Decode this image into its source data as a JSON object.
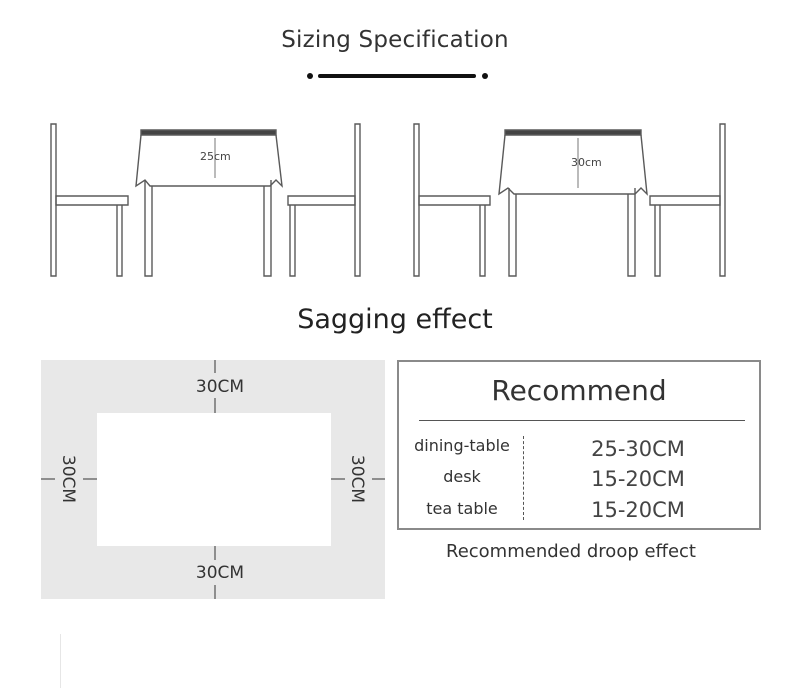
{
  "header": {
    "title": "Sizing Specification"
  },
  "illustrations": [
    {
      "drop_label": "25cm"
    },
    {
      "drop_label": "30cm"
    }
  ],
  "sagging": {
    "title": "Sagging effect",
    "top_label": "30CM",
    "bottom_label": "30CM",
    "left_label": "30CM",
    "right_label": "30CM",
    "colors": {
      "border_area": "#e8e8e8",
      "table_area": "#ffffff"
    }
  },
  "recommend": {
    "title": "Recommend",
    "rows": [
      {
        "label": "dining-table",
        "value": "25-30CM"
      },
      {
        "label": "desk",
        "value": "15-20CM"
      },
      {
        "label": "tea table",
        "value": "15-20CM"
      }
    ],
    "caption": "Recommended droop effect"
  }
}
